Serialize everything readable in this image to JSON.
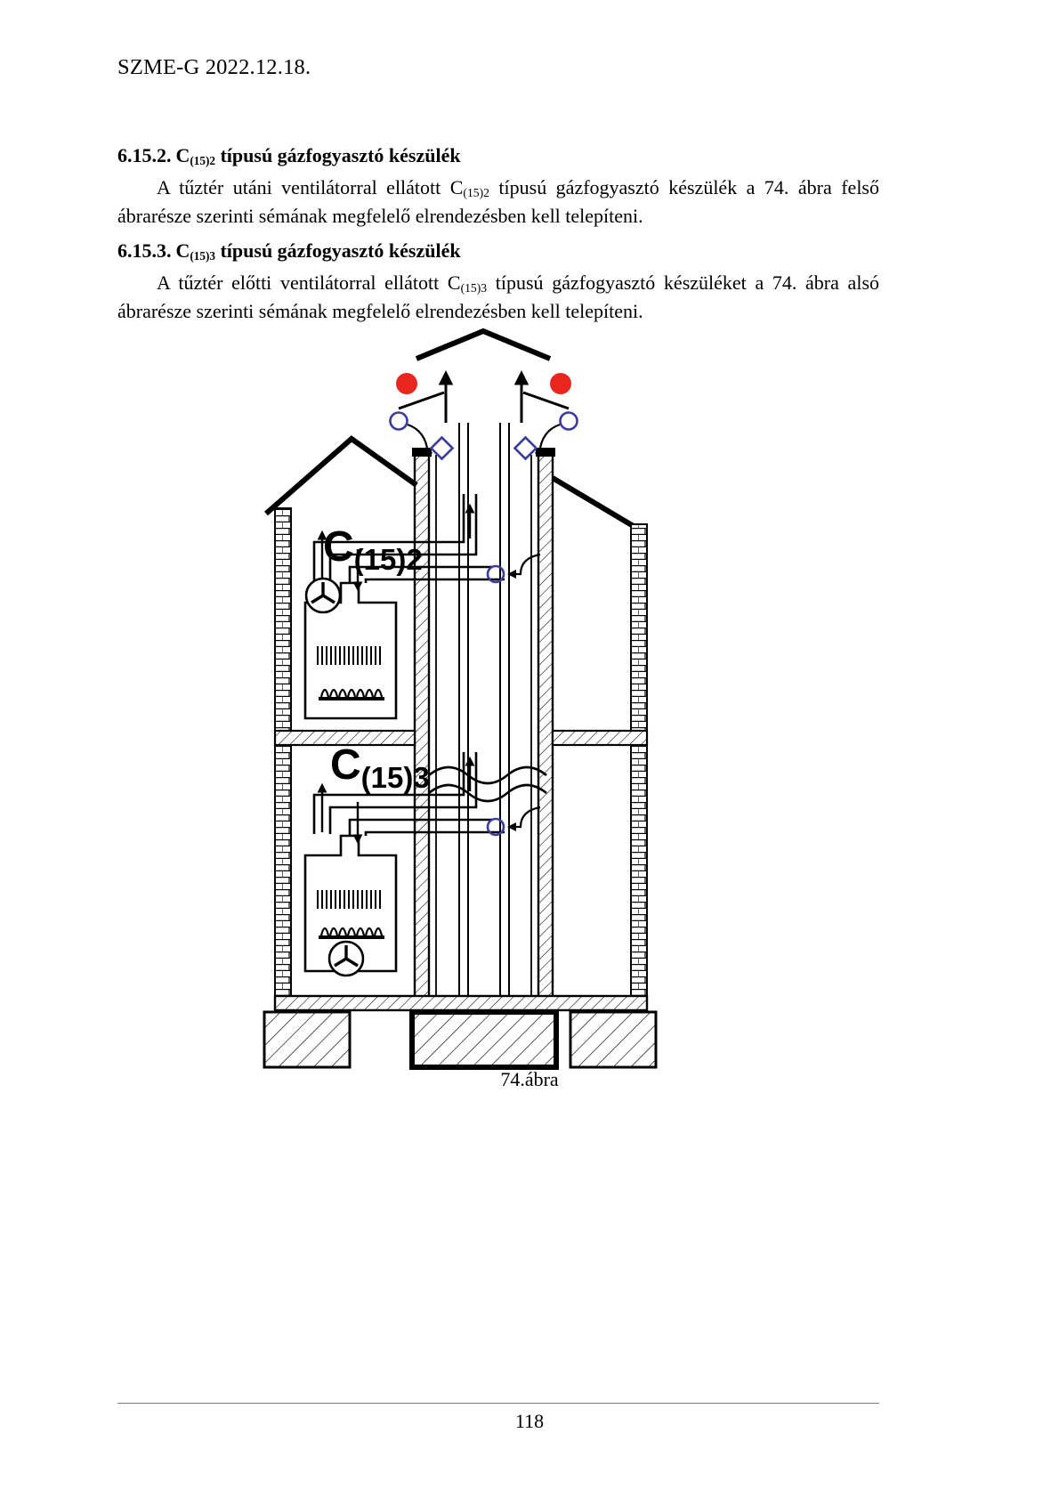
{
  "header": {
    "document_id": "SZME-G 2022.12.18."
  },
  "sections": [
    {
      "number": "6.15.2.",
      "title_prefix": "C",
      "title_sub": "(15)2",
      "title_rest": " típusú gázfogyasztó készülék",
      "paragraph_1": "A tűztér utáni ventilátorral ellátott C",
      "paragraph_sub": "(15)2",
      "paragraph_2": " típusú gázfogyasztó készülék a 74. ábra felső ábrarésze szerinti sémának megfelelő elrendezésben kell telepíteni."
    },
    {
      "number": "6.15.3.",
      "title_prefix": "C",
      "title_sub": "(15)3",
      "title_rest": " típusú gázfogyasztó készülék",
      "paragraph_1": "A tűztér előtti ventilátorral ellátott C",
      "paragraph_sub": "(15)3",
      "paragraph_2": " típusú gázfogyasztó készüléket a 74. ábra alsó ábrarésze szerinti sémának megfelelő elrendezésben kell telepíteni."
    }
  ],
  "figure": {
    "caption": "74.ábra",
    "upper_label_main": "C",
    "upper_label_sub": "(15)2",
    "lower_label_main": "C",
    "lower_label_sub": "(15)3",
    "colors": {
      "exhaust_marker": "#E8251F",
      "air_marker": "#3B3B9E",
      "line": "#000000",
      "hatch": "#000000"
    },
    "elements": {
      "chimney_cap": "chimney-rain-cap",
      "exhaust_markers": 2,
      "air_inlet_markers": 2,
      "damper_diamonds": 2,
      "floors": 2,
      "foundation_blocks": 3,
      "appliances": 2
    }
  },
  "footer": {
    "page_number": "118"
  }
}
